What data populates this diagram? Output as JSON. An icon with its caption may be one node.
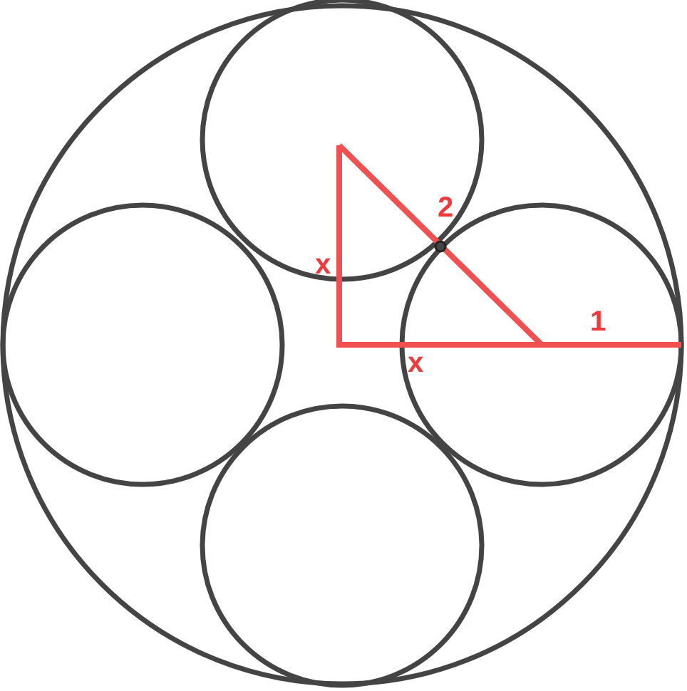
{
  "diagram": {
    "labels": [
      "2",
      "x",
      "1",
      "x"
    ]
  }
}
